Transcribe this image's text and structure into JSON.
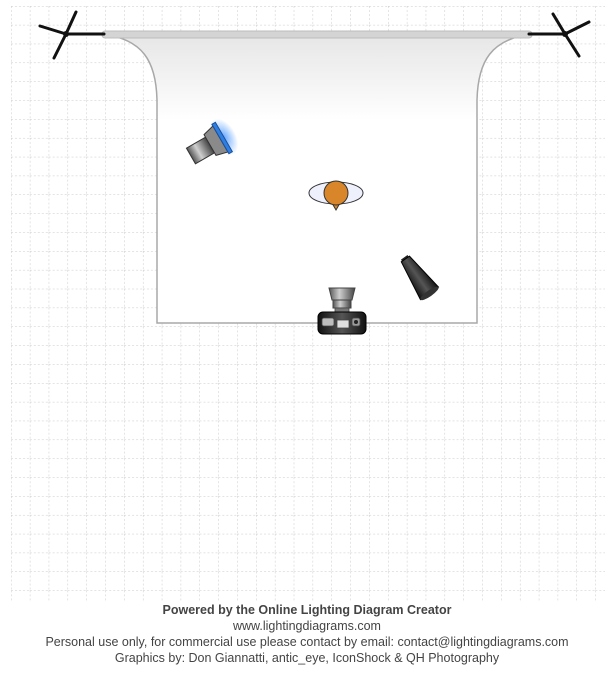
{
  "diagram": {
    "items": [
      {
        "id": "background-stand-left",
        "kind": "c-stand",
        "icon": "stand-icon"
      },
      {
        "id": "background-stand-right",
        "kind": "c-stand",
        "icon": "stand-icon"
      },
      {
        "id": "white-backdrop",
        "kind": "paper-sweep",
        "icon": "backdrop-icon",
        "color": "#ffffff"
      },
      {
        "id": "subject",
        "kind": "person",
        "icon": "subject-icon",
        "color": "#d9862a"
      },
      {
        "id": "strobe-gelled-blue",
        "kind": "strobe-with-gel",
        "icon": "strobe-icon",
        "gel_color": "#2f7fe0"
      },
      {
        "id": "snoot-light",
        "kind": "snoot",
        "icon": "snoot-icon"
      },
      {
        "id": "camera",
        "kind": "camera",
        "icon": "camera-icon"
      }
    ],
    "grid": true
  },
  "footer": {
    "line1": "Powered by the Online Lighting Diagram Creator",
    "line2": "www.lightingdiagrams.com",
    "line3": "Personal use only, for commercial use please contact by email: contact@lightingdiagrams.com",
    "line4": "Graphics by: Don Giannatti, antic_eye, IconShock & QH Photography"
  }
}
